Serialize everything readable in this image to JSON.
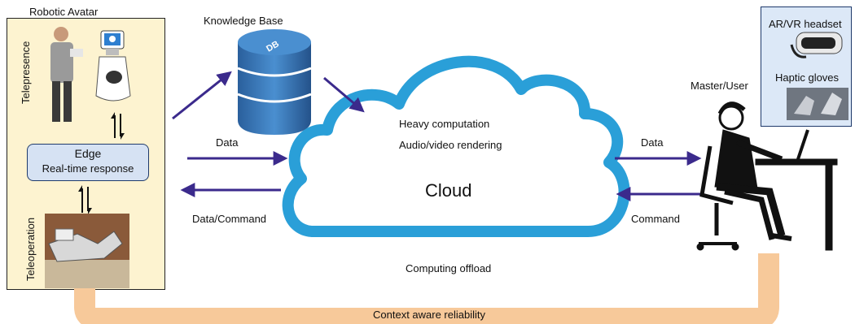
{
  "avatar": {
    "title": "Robotic Avatar",
    "telepresence": "Telepresence",
    "teleoperation": "Teleoperation"
  },
  "edge": {
    "title": "Edge",
    "subtitle": "Real-time response"
  },
  "knowledge": {
    "title": "Knowledge Base",
    "db": "DB"
  },
  "cloud": {
    "label": "Cloud",
    "line1": "Heavy computation",
    "line2": "Audio/video rendering"
  },
  "links": {
    "data_left": "Data",
    "command_left": "Data/Command",
    "data_right": "Data",
    "command_right": "Command",
    "offload": "Computing offload",
    "reliability": "Context aware reliability"
  },
  "user": {
    "title": "Master/User",
    "vr": "AR/VR headset",
    "gloves": "Haptic gloves"
  },
  "colors": {
    "arrow": "#3b2a8c",
    "cloud": "#2a9fd8",
    "avatar_bg": "#fdf3d0",
    "edge_bg": "#d6e2f3",
    "vr_bg": "#dce8f7",
    "band": "#f7c99a",
    "db": "#2f6fb0"
  }
}
